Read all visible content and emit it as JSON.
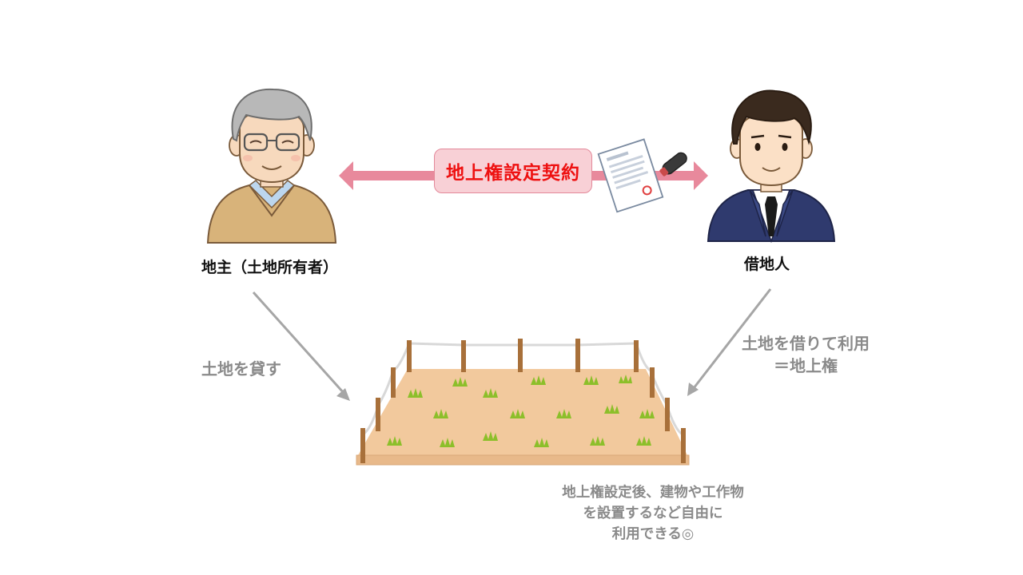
{
  "diagram": {
    "contract_label": "地上権設定契約",
    "landowner_label": "地主（土地所有者）",
    "tenant_label": "借地人",
    "lend_label": "土地を貸す",
    "borrow_label_line1": "土地を借りて利用",
    "borrow_label_line2": "＝地上権",
    "note_line1": "地上権設定後、建物や工作物",
    "note_line2": "を設置するなど自由に",
    "note_line3": "利用できる◎"
  },
  "colors": {
    "contract_arrow": "#e8899c",
    "contract_box_fill": "#f8d0d6",
    "contract_text": "#ee1111",
    "flow_arrow": "#a6a6a6",
    "field_fill": "#f2c99d",
    "grass": "#8cbf2a",
    "fence_post": "#a8703a"
  }
}
